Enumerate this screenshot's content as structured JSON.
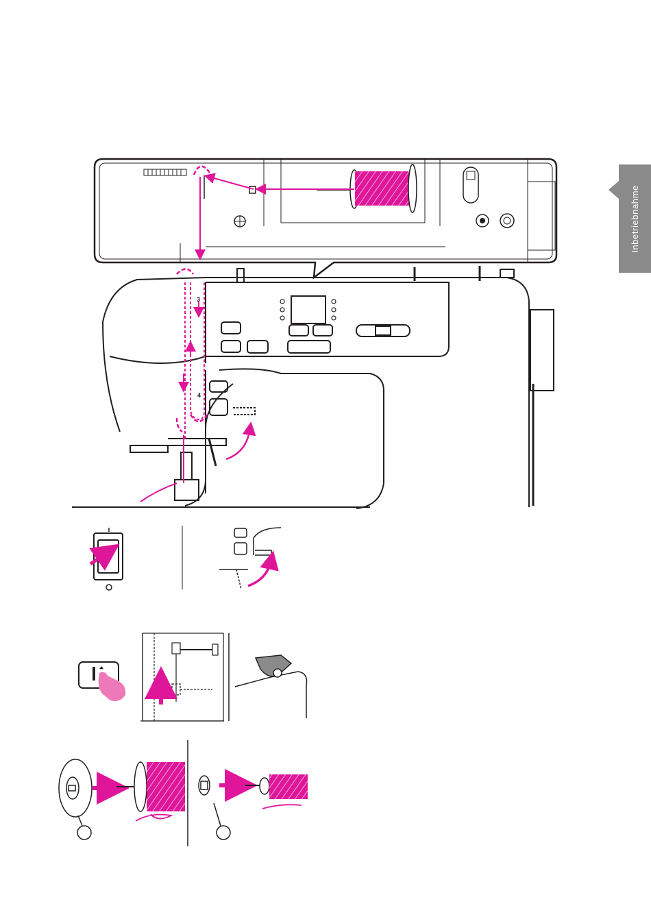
{
  "side_tab": {
    "label": "Inbetriebnahme"
  },
  "threading_diagram": {
    "guide_numbers": [
      "3",
      "4"
    ]
  },
  "power_switch": {
    "on_mark": "I",
    "off_mark": "O"
  },
  "colors": {
    "thread": "#e0169a",
    "outline": "#231f20",
    "dashed_thread": "#e0169a",
    "tab_bg": "#8a8a8a"
  },
  "icons": [
    "spool-icon",
    "arrow-icon",
    "needle-up-button-icon",
    "finger-press-icon",
    "power-switch-icon",
    "presser-foot-lever-icon",
    "spool-cap-large-icon",
    "spool-cap-small-icon"
  ]
}
